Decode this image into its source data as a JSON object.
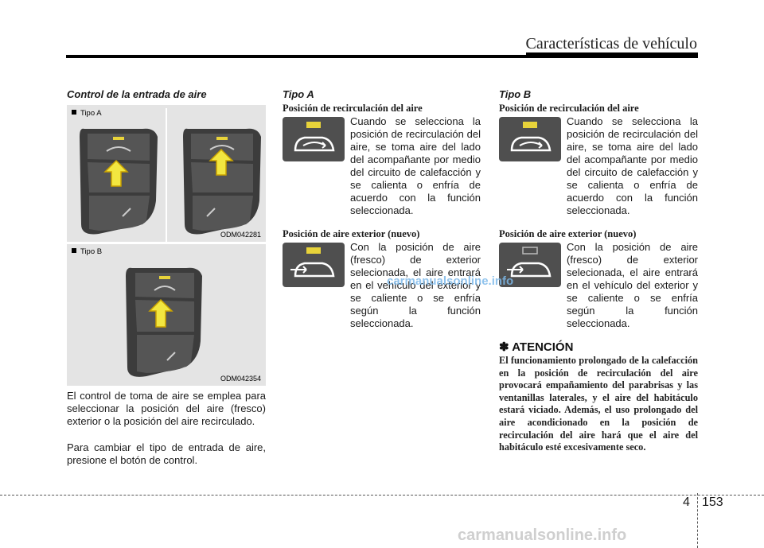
{
  "header": {
    "section_title": "Características de vehículo"
  },
  "left": {
    "heading": "Control de la entrada de aire",
    "panel_a": {
      "label": "Tipo A",
      "code": "ODM042281"
    },
    "panel_b": {
      "label": "Tipo B",
      "code": "ODM042354"
    },
    "para1": "El control de toma de aire se emplea para seleccionar la posición del aire (fresco) exterior o la posición del aire recirculado.",
    "para2": "Para cambiar el tipo de entrada de aire, presione el botón de control."
  },
  "tipo_a": {
    "heading": "Tipo A",
    "recirc_title": "Posición de recirculación del aire",
    "recirc_text": "Cuando se selecciona la posición de recirculación del aire, se toma aire del lado del acompañante por medio del circuito de calefacción y se calienta o enfría de acuerdo con la función seleccionada.",
    "fresh_title": "Posición de aire exterior (nuevo)",
    "fresh_text": "Con la posición de aire (fresco) de exterior selecionada, el aire entrará en el vehículo del exterior y se caliente o se enfría según la función seleccionada."
  },
  "tipo_b": {
    "heading": "Tipo B",
    "recirc_title": "Posición de recirculación del aire",
    "recirc_text": "Cuando se selecciona la posición de recirculación del aire, se toma aire del lado del acompañante por medio del circuito de calefacción y se calienta o enfría de acuerdo con la función seleccionada.",
    "fresh_title": "Posición de aire exterior (nuevo)",
    "fresh_text": "Con la posición de aire (fresco) de exterior selecionada, el aire entrará en el vehículo del exterior y se caliente o se enfría según la función seleccionada."
  },
  "attention": {
    "symbol": "✽",
    "title": "ATENCIÓN",
    "text": "El funcionamiento prolongado de la calefacción en la posición de recirculación del aire provocará empañamiento del parabrisas y las ventanillas laterales, y el aire del habitáculo estará viciado. Además, el uso prolongado del aire acondicionado en la posición de recirculación del aire hará que el aire del habitáculo esté excesivamente seco."
  },
  "footer": {
    "chapter": "4",
    "page": "153",
    "site": "carmanualsonline.info"
  },
  "watermark": "carmanualsonline.info",
  "colors": {
    "indicator_on": "#e8d33a",
    "indicator_off": "#8a8a8a",
    "button": "#4f4f4f",
    "arrow": "#f2e640"
  }
}
